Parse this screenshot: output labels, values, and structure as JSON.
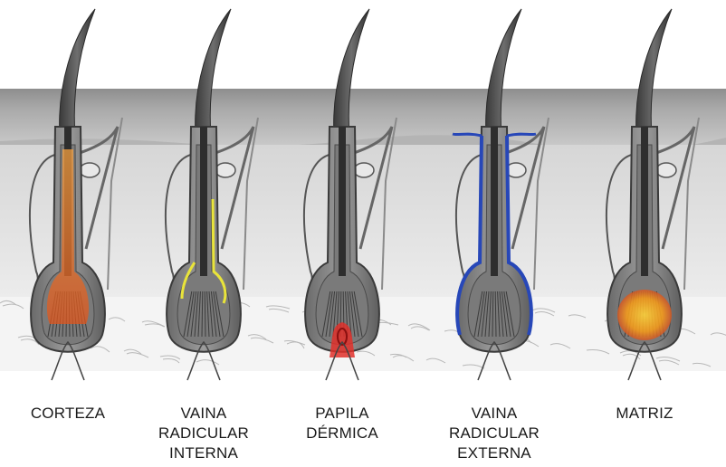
{
  "follicles": [
    {
      "label": "CORTEZA",
      "highlight": "corteza",
      "color": "#f08a24"
    },
    {
      "label": "VAINA\nRADICULAR\nINTERNA",
      "highlight": "vaina-interna",
      "color": "#e9e43a"
    },
    {
      "label": "PAPILA\nDÉRMICA",
      "highlight": "papila",
      "color": "#e0302a"
    },
    {
      "label": "VAINA\nRADICULAR\nEXTERNA",
      "highlight": "vaina-externa",
      "color": "#2747b8"
    },
    {
      "label": "MATRIZ",
      "highlight": "matriz",
      "color": "#f0a020"
    }
  ]
}
